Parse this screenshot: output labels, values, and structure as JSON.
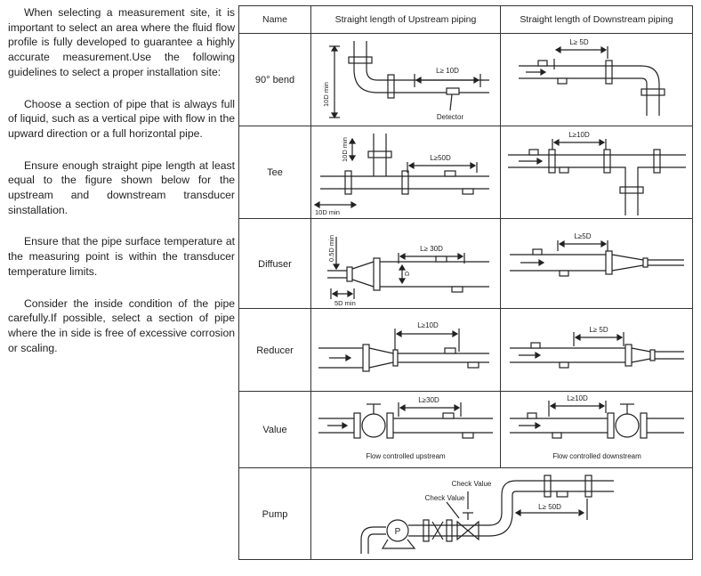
{
  "guidelines": {
    "p1": "When selecting a measurement site, it is important to select an area where the fluid flow profile is fully developed to guarantee a highly accurate measurement.Use the following guidelines to select a proper installation site:",
    "p2": "Choose a section of pipe that is always full of liquid, such as a vertical pipe with flow in the upward direction or a full horizontal pipe.",
    "p3": "Ensure enough straight pipe length at least equal to the figure shown below for the upstream and downstream transducer sinstallation.",
    "p4": "Ensure that the pipe surface temperature at the measuring point is within the transducer temperature limits.",
    "p5": "Consider the inside condition of the pipe carefully.If possible, select a section of pipe where the in side is free of excessive corrosion or scaling."
  },
  "table": {
    "headers": {
      "name": "Name",
      "upstream": "Straight length of Upstream piping",
      "downstream": "Straight length of Downstream piping"
    },
    "rows": [
      {
        "name": "90° bend",
        "up_len": "L≥ 10D",
        "up_min": "10D min",
        "up_detector": "Detector",
        "down_len": "L≥ 5D"
      },
      {
        "name": "Tee",
        "up_len": "L≥50D",
        "up_min_v": "10D min",
        "up_min_h": "10D min",
        "down_len": "L≥10D"
      },
      {
        "name": "Diffuser",
        "up_len": "L≥ 30D",
        "up_min_v": "0.5D min",
        "up_min_h": "5D min",
        "up_d": "D",
        "down_len": "L≥5D"
      },
      {
        "name": "Reducer",
        "up_len": "L≥10D",
        "down_len": "L≥ 5D"
      },
      {
        "name": "Value",
        "up_len": "L≥30D",
        "up_caption": "Flow controlled upstream",
        "down_len": "L≥10D",
        "down_caption": "Flow controlled downstream"
      },
      {
        "name": "Pump",
        "check1": "Check Value",
        "check2": "Check Value",
        "pump_label": "P",
        "len": "L≥ 50D"
      }
    ]
  }
}
